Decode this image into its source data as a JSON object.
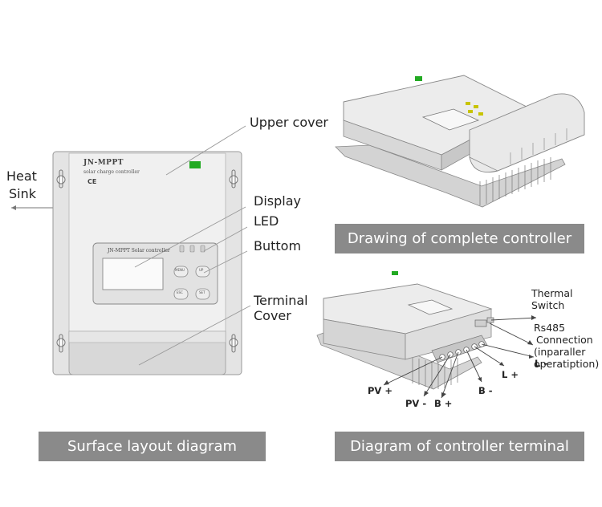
{
  "front_panel": {
    "brand": "JN-MPPT",
    "subtitle": "solar charge controller",
    "ce_mark": "CE",
    "display_title": "JN-MPPT Solar controller",
    "buttons": [
      "MENU",
      "UP",
      "ESC",
      "SET"
    ]
  },
  "labels": {
    "heat_sink": [
      "Heat",
      "Sink"
    ],
    "upper_cover": "Upper  cover",
    "display": "Display",
    "led": "LED",
    "buttom": "Buttom",
    "terminal_cover": [
      "Terminal",
      "Cover"
    ],
    "thermal_switch": [
      "Thermal",
      "Switch"
    ],
    "rs485": [
      "Rs485",
      "Connection",
      "(inparaller",
      "operatiption)"
    ],
    "pv_plus": "PV +",
    "pv_minus": "PV -",
    "b_plus": "B +",
    "b_minus": "B -",
    "l_plus": "L +",
    "l_minus": "L -"
  },
  "captions": {
    "complete": "Drawing of complete controller",
    "surface": "Surface layout diagram",
    "terminal": "Diagram of controller terminal"
  },
  "colors": {
    "caption_bg": "#8a8a8a",
    "led_green": "#22aa22",
    "panel_gray": "#dcdcdc"
  }
}
